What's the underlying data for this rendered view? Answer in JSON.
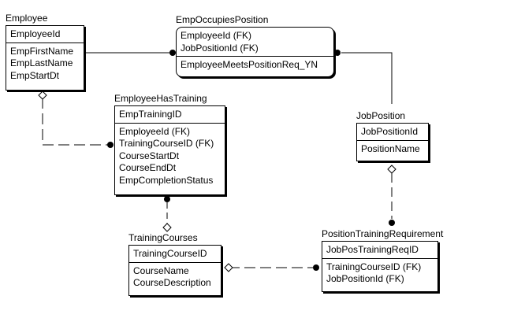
{
  "entities": [
    {
      "id": "employee",
      "name": "Employee",
      "keys": [
        "EmployeeId"
      ],
      "attributes": [
        "EmpFirstName",
        "EmpLastName",
        "EmpStartDt"
      ]
    },
    {
      "id": "emp-occupies-position",
      "name": "EmpOccupiesPosition",
      "dependent": true,
      "keys": [
        "EmployeeId (FK)",
        "JobPositionId (FK)"
      ],
      "attributes": [
        "EmployeeMeetsPositionReq_YN"
      ]
    },
    {
      "id": "employee-has-training",
      "name": "EmployeeHasTraining",
      "keys": [
        "EmpTrainingID"
      ],
      "attributes": [
        "EmployeeId (FK)",
        "TrainingCourseID (FK)",
        "CourseStartDt",
        "CourseEndDt",
        "EmpCompletionStatus"
      ]
    },
    {
      "id": "job-position",
      "name": "JobPosition",
      "keys": [
        "JobPositionId"
      ],
      "attributes": [
        "PositionName"
      ]
    },
    {
      "id": "training-courses",
      "name": "TrainingCourses",
      "keys": [
        "TrainingCourseID"
      ],
      "attributes": [
        "CourseName",
        "CourseDescription"
      ]
    },
    {
      "id": "position-training-requirement",
      "name": "PositionTrainingRequirement",
      "keys": [
        "JobPosTrainingReqID"
      ],
      "attributes": [
        "TrainingCourseID (FK)",
        "JobPositionId (FK)"
      ]
    }
  ],
  "relationships": [
    {
      "parent": "employee",
      "child": "emp-occupies-position",
      "identifying": true
    },
    {
      "parent": "job-position",
      "child": "emp-occupies-position",
      "identifying": true
    },
    {
      "parent": "employee",
      "child": "employee-has-training",
      "identifying": false
    },
    {
      "parent": "training-courses",
      "child": "employee-has-training",
      "identifying": false
    },
    {
      "parent": "job-position",
      "child": "position-training-requirement",
      "identifying": false
    },
    {
      "parent": "training-courses",
      "child": "position-training-requirement",
      "identifying": false
    }
  ]
}
